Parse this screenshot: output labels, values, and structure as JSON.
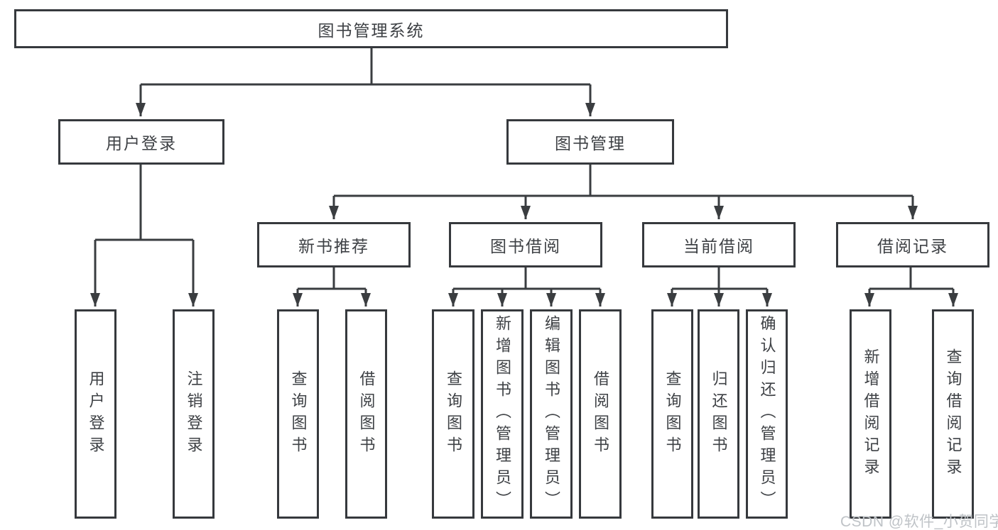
{
  "diagram": {
    "title": "图书管理系统",
    "root": {
      "label": "图书管理系统"
    },
    "level2": [
      {
        "id": "user-login",
        "label": "用户登录"
      },
      {
        "id": "book-management",
        "label": "图书管理"
      }
    ],
    "level3": [
      {
        "id": "new-book-recommend",
        "label": "新书推荐"
      },
      {
        "id": "book-borrow",
        "label": "图书借阅"
      },
      {
        "id": "current-borrow",
        "label": "当前借阅"
      },
      {
        "id": "borrow-record",
        "label": "借阅记录"
      }
    ],
    "leaves": {
      "user_login": [
        "用户登录",
        "注销登录"
      ],
      "new_book": [
        "查询图书",
        "借阅图书"
      ],
      "book_borrow": [
        "查询图书",
        "新增图书（管理员）",
        "编辑图书（管理员）",
        "借阅图书"
      ],
      "current_borrow": [
        "查询图书",
        "归还图书",
        "确认归还（管理员）"
      ],
      "borrow_record": [
        "新增借阅记录",
        "查询借阅记录"
      ]
    }
  },
  "watermark": "CSDN @软件_小贺同学",
  "colors": {
    "line": "#3a3d40",
    "border": "#36393d",
    "text": "#3e4145",
    "background": "#ffffff",
    "watermark": "#bfc3c7"
  }
}
